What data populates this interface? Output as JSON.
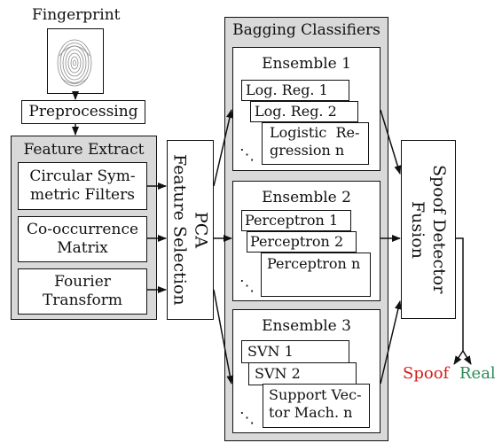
{
  "input": {
    "title": "Fingerprint"
  },
  "preprocessing": "Preprocessing",
  "feature_extract": {
    "title": "Feature Extract",
    "items": [
      "Circular Sym-\nmetric Filters",
      "Co-occurrence\nMatrix",
      "Fourier\nTransform"
    ]
  },
  "pca": {
    "label": "PCA\nFeature Selection"
  },
  "bagging": {
    "title": "Bagging Classifiers",
    "ensembles": [
      {
        "title": "Ensemble 1",
        "items": [
          "Log. Reg. 1",
          "Log. Reg. 2",
          "Logistic  Re-\ngression n"
        ],
        "dots": "⋱"
      },
      {
        "title": "Ensemble 2",
        "items": [
          "Perceptron 1",
          "Perceptron 2",
          "Perceptron n"
        ],
        "dots": "⋱"
      },
      {
        "title": "Ensemble 3",
        "items": [
          "SVN 1",
          "SVN 2",
          "Support Vec-\ntor Mach. n"
        ],
        "dots": "⋱"
      }
    ]
  },
  "fusion": {
    "label": "Spoof Detector\nFusion"
  },
  "outputs": {
    "spoof": {
      "label": "Spoof",
      "color": "#d0211c"
    },
    "real": {
      "label": "Real",
      "color": "#2e8b57"
    }
  }
}
